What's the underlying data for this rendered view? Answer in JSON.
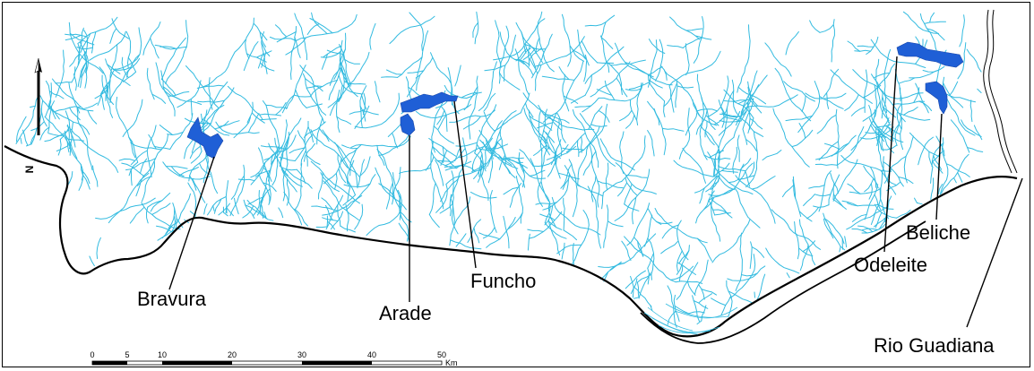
{
  "map": {
    "labels": {
      "bravura": "Bravura",
      "arade": "Arade",
      "funcho": "Funcho",
      "odeleite": "Odeleite",
      "beliche": "Beliche",
      "rio_guadiana": "Rio Guadiana"
    },
    "north_letter": "N",
    "scale": {
      "ticks": [
        "0",
        "5",
        "10",
        "20",
        "30",
        "40",
        "50"
      ],
      "unit": "Km"
    },
    "colors": {
      "river": "#33bbe0",
      "reservoir": "#1f5fd6",
      "coastline": "#000000",
      "border": "#000000"
    }
  }
}
